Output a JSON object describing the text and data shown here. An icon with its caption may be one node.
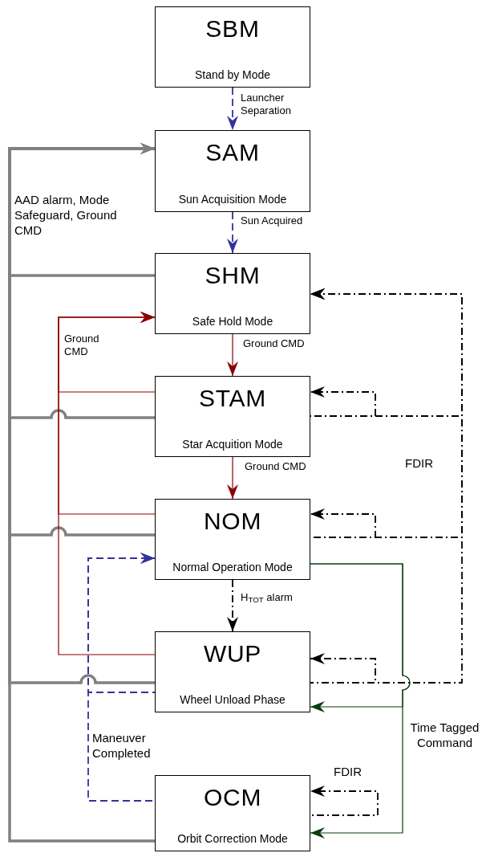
{
  "diagram": {
    "nodes": [
      {
        "text": [
          "SBM",
          "Stand by Mode"
        ]
      },
      {
        "text": [
          "SAM",
          "Sun Acquisition Mode"
        ]
      },
      {
        "text": [
          "SHM",
          "Safe Hold Mode"
        ]
      },
      {
        "text": [
          "STAM",
          "Star Acquition Mode"
        ]
      },
      {
        "text": [
          "NOM",
          "Normal Operation Mode"
        ]
      },
      {
        "text": [
          "WUP",
          "Wheel Unload Phase"
        ]
      },
      {
        "text": [
          "OCM",
          "Orbit Correction Mode"
        ]
      }
    ],
    "edges": [
      {
        "from": 0,
        "to": 1,
        "arrow": "to",
        "label": "Launcher Separation",
        "style": "dashed",
        "color": "#33339a"
      },
      {
        "from": 1,
        "to": 2,
        "arrow": "to",
        "label": "Sun Acquired",
        "style": "dashed",
        "color": "#33339a"
      },
      {
        "from": 2,
        "to": 3,
        "arrow": "to",
        "label": "Ground CMD",
        "color": "#8b0000"
      },
      {
        "from": 3,
        "to": 4,
        "arrow": "to",
        "label": "Ground CMD",
        "color": "#8b0000"
      },
      {
        "from": 4,
        "to": 5,
        "arrow": "to",
        "label": "H$_{TOT}$ alarm",
        "style": "dashed",
        "color": "#000000"
      },
      {
        "from": 2,
        "to": 1,
        "arrow": "to",
        "label": "AAD alarm, Mode Safeguard, Ground CMD",
        "style": "thick",
        "color": "#808080"
      },
      {
        "from": 3,
        "to": 1,
        "arrow": "to",
        "style": "thick",
        "color": "#808080"
      },
      {
        "from": 4,
        "to": 1,
        "arrow": "to",
        "style": "thick",
        "color": "#808080"
      },
      {
        "from": 5,
        "to": 1,
        "arrow": "to",
        "style": "thick",
        "color": "#808080"
      },
      {
        "from": 6,
        "to": 1,
        "arrow": "to",
        "style": "thick",
        "color": "#808080"
      },
      {
        "from": 3,
        "to": 2,
        "arrow": "to",
        "label": "Ground CMD",
        "color": "#8b0000"
      },
      {
        "from": 4,
        "to": 2,
        "arrow": "to",
        "color": "#8b0000"
      },
      {
        "from": 5,
        "to": 2,
        "arrow": "to",
        "color": "#8b0000"
      },
      {
        "from": 3,
        "to": 2,
        "arrow": "to",
        "label": "FDIR",
        "style": "dashed",
        "color": "#000000"
      },
      {
        "from": 4,
        "to": 2,
        "arrow": "to",
        "style": "dashed",
        "color": "#000000"
      },
      {
        "from": 5,
        "to": 2,
        "arrow": "to",
        "style": "dashed",
        "color": "#000000"
      },
      {
        "from": 3,
        "to": 3,
        "arrow": "to",
        "style": "dashed",
        "color": "#000000"
      },
      {
        "from": 4,
        "to": 4,
        "arrow": "to",
        "style": "dashed",
        "color": "#000000"
      },
      {
        "from": 5,
        "to": 5,
        "arrow": "to",
        "style": "dashed",
        "color": "#000000"
      },
      {
        "from": 6,
        "to": 6,
        "arrow": "to",
        "label": "FDIR",
        "style": "dashed",
        "color": "#000000"
      },
      {
        "from": 5,
        "to": 4,
        "arrow": "to",
        "style": "dashed",
        "color": "#33339a"
      },
      {
        "from": 6,
        "to": 4,
        "arrow": "to",
        "label": "Maneuver Completed",
        "style": "dashed",
        "color": "#33339a"
      },
      {
        "from": 4,
        "to": 5,
        "arrow": "to",
        "color": "#0b3d0b"
      },
      {
        "from": 4,
        "to": 6,
        "arrow": "to",
        "label": "Time Tagged Command",
        "color": "#0b3d0b"
      }
    ]
  }
}
